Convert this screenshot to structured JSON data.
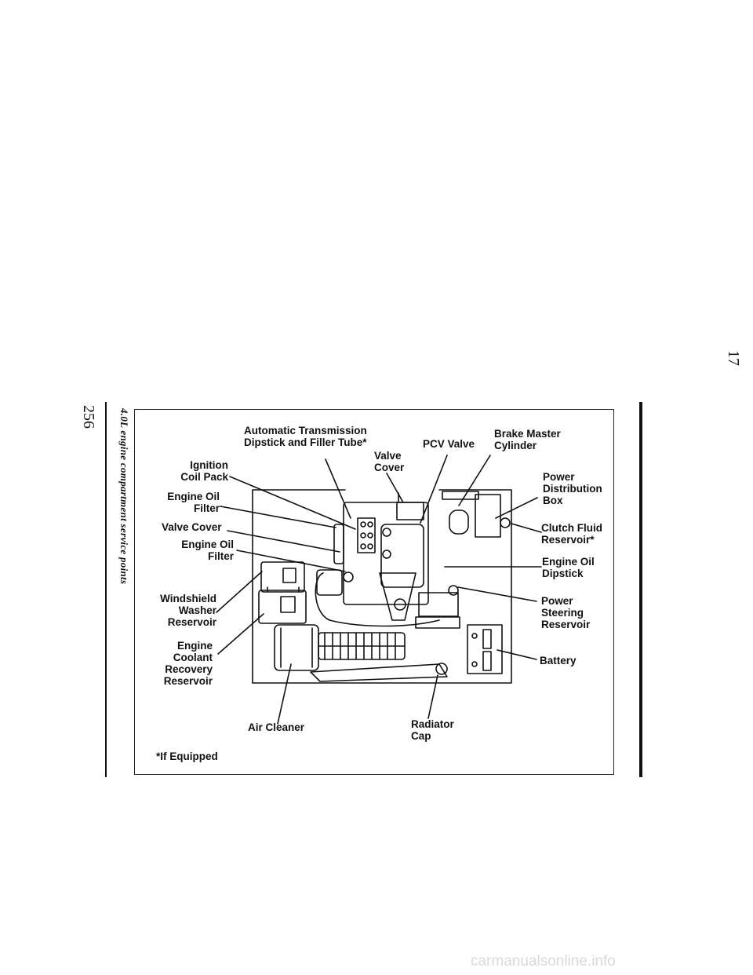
{
  "page": {
    "page_number": "256",
    "corner_number": "17",
    "caption": "4.0L engine compartment service points"
  },
  "figure": {
    "icons": [
      "engine-compartment-diagram"
    ],
    "labels": {
      "automatic_transmission": "Automatic Transmission\nDipstick and Filler Tube*",
      "ignition_coil_pack": "Ignition\nCoil Pack",
      "valve_cover_top": "Valve\nCover",
      "pcv_valve": "PCV Valve",
      "brake_master_cylinder": "Brake Master\nCylinder",
      "engine_oil_filter_1": "Engine Oil\nFilter",
      "power_distribution_box": "Power\nDistribution\nBox",
      "valve_cover_left": "Valve Cover",
      "clutch_fluid_reservoir": "Clutch Fluid\nReservoir*",
      "engine_oil_filter_2": "Engine Oil\nFilter",
      "engine_oil_dipstick": "Engine Oil\nDipstick",
      "windshield_washer_reservoir": "Windshield\nWasher\nReservoir",
      "power_steering_reservoir": "Power\nSteering\nReservoir",
      "engine_coolant_recovery_reservoir": "Engine\nCoolant\nRecovery\nReservoir",
      "battery": "Battery",
      "air_cleaner": "Air Cleaner",
      "radiator_cap": "Radiator\nCap",
      "if_equipped": "*If Equipped"
    }
  },
  "footer": {
    "watermark": "carmanualsonline.info"
  }
}
